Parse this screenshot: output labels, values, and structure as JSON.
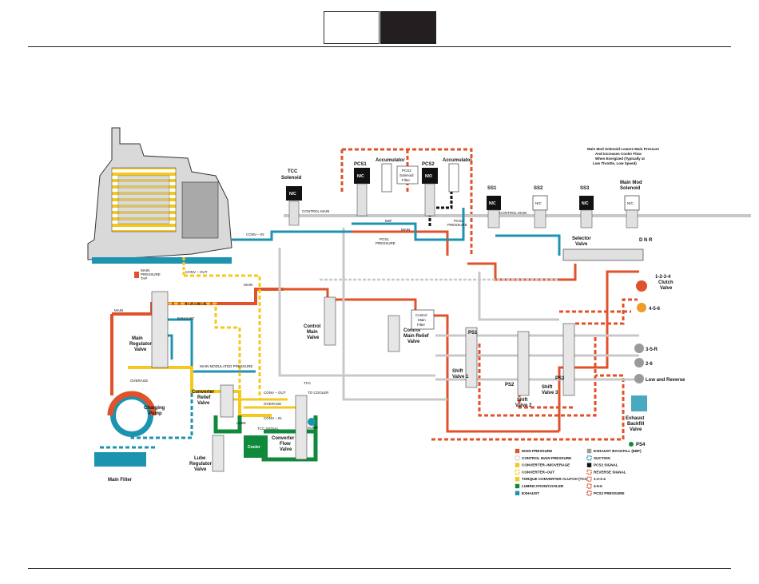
{
  "colors": {
    "main": "#e0522b",
    "control_main": "#c8c8c8",
    "converter_in": "#f4c81c",
    "converter_out": "#f4c81c",
    "tcc": "#f4c81c",
    "lube": "#0f8a3c",
    "exhaust": "#1c93b0",
    "exhaust_backfill": "#9a9a9a",
    "suction": "#1c93b0",
    "pcs2_signal": "#111111",
    "reverse": "#e0522b",
    "pcs2_pressure": "#c43a2a"
  },
  "labels": {
    "tcc_solenoid": [
      "TCC",
      "Solenoid"
    ],
    "pcs1": "PCS1",
    "pcs2": "PCS2",
    "accumulator_1": "Accumulator",
    "accumulator_2": "Accumulator",
    "pcs2_filter": [
      "PCS2",
      "Solenoid",
      "Filter"
    ],
    "nc": "N/C",
    "no": "N/O",
    "ss1": "SS1",
    "ss2": "SS2",
    "ss3": "SS3",
    "main_mod_solenoid": [
      "Main Mod",
      "Solenoid"
    ],
    "main_mod_note": [
      "Main Mod Solenoid Lowers Main Pressure",
      "And Increases Cooler Flow",
      "When Energized (Typically at",
      "Low Throttle, Low Speed)"
    ],
    "selector_valve": [
      "Selector",
      "Valve"
    ],
    "dnr": "D  N  R",
    "clutch_1234": [
      "1-2-3-4",
      "Clutch",
      "Valve"
    ],
    "c456": "4-5-6",
    "c35r": "3-5-R",
    "c26": "2-6",
    "low_reverse": "Low and Reverse",
    "exhaust_backfill_valve": [
      "Exhaust",
      "Backfill",
      "Valve"
    ],
    "ps1": "PS1",
    "ps2": "PS2",
    "ps3": "PS3",
    "ps4": "PS4",
    "shift_valve_1": [
      "Shift",
      "Valve 1"
    ],
    "shift_valve_2": [
      "Shift",
      "Valve 2"
    ],
    "shift_valve_3": [
      "Shift",
      "Valve 3"
    ],
    "control_main_valve": [
      "Control",
      "Main",
      "Valve"
    ],
    "control_main_relief": [
      "Control",
      "Main Relief",
      "Valve"
    ],
    "control_main_filter": [
      "Control",
      "Main",
      "Filter"
    ],
    "main_regulator": [
      "Main",
      "Regulator",
      "Valve"
    ],
    "charging_pump": [
      "Charging",
      "Pump"
    ],
    "main_filter": "Main Filter",
    "converter_relief": [
      "Converter",
      "Relief",
      "Valve"
    ],
    "lube_regulator": [
      "Lube",
      "Regulator",
      "Valve"
    ],
    "cooler": "Cooler",
    "converter_flow": [
      "Converter",
      "Flow",
      "Valve"
    ],
    "main_pressure_tap": [
      "MAIN",
      "PRESSURE",
      "TAP"
    ],
    "line_conv_in": "CONV – IN",
    "line_conv_out": "CONV – OUT",
    "line_main": "MAIN",
    "line_control_main": "CONTROL MAIN",
    "line_ebf": "EBF",
    "line_pcs1_pressure": [
      "PCS1",
      "PRESSURE"
    ],
    "line_pcs2_pressure": [
      "PCS2",
      "PRESSURE"
    ],
    "line_tcc_signal": "TCC SIGNAL",
    "line_exhaust": "EXHAUST",
    "line_main_modulated": "MAIN MODULATED PRESSURE",
    "line_overage": "OVERAGE",
    "line_lube": "LUBE",
    "line_tcc": "TCC",
    "line_to_cooler": "TO COOLER",
    "line_sump": "SUMP"
  },
  "legend": [
    {
      "label": "MAIN PRESSURE",
      "color": "#e0522b",
      "pattern": "solid"
    },
    {
      "label": "CONTROL MAIN PRESSURE",
      "color": "#c8c8c8",
      "pattern": "dashed"
    },
    {
      "label": "CONVERTER–IN/OVERAGE",
      "color": "#f4c81c",
      "pattern": "solid"
    },
    {
      "label": "CONVERTER–OUT",
      "color": "#f4c81c",
      "pattern": "dashed"
    },
    {
      "label": "TORQUE CONVERTER CLUTCH (TCC)",
      "color": "#f4c81c",
      "pattern": "solid"
    },
    {
      "label": "LUBRICATION/COOLER",
      "color": "#0f8a3c",
      "pattern": "solid"
    },
    {
      "label": "EXHAUST",
      "color": "#1c93b0",
      "pattern": "solid"
    },
    {
      "label": "EXHAUST BACKFILL (EBF)",
      "color": "#9a9a9a",
      "pattern": "solid"
    },
    {
      "label": "SUCTION",
      "color": "#1c93b0",
      "pattern": "dashed"
    },
    {
      "label": "PCS2 SIGNAL",
      "color": "#111111",
      "pattern": "solid"
    },
    {
      "label": "REVERSE SIGNAL",
      "color": "#e0522b",
      "pattern": "dashed"
    },
    {
      "label": "1-2-3-4",
      "color": "#e0522b",
      "pattern": "dashed"
    },
    {
      "label": "4-5-6",
      "color": "#e0522b",
      "pattern": "dashed"
    },
    {
      "label": "PCS2 PRESSURE",
      "color": "#c43a2a",
      "pattern": "dashed"
    }
  ]
}
